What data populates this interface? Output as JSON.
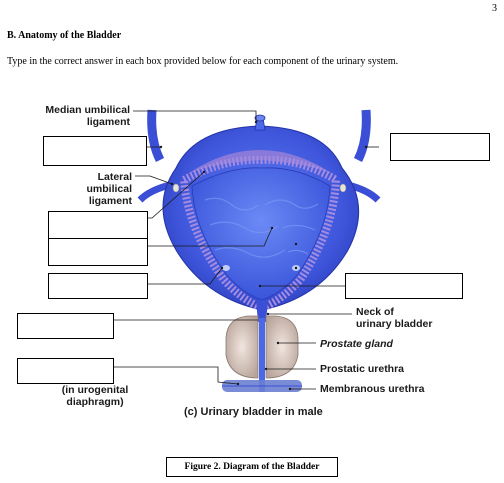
{
  "page_number": "3",
  "section_heading": "B. Anatomy of the Bladder",
  "instructions": "Type in the correct answer in each box provided below for each component of the urinary system.",
  "labels": {
    "median_umbilical": "Median umbilical\nligament",
    "lateral_umbilical": "Lateral\numbilical\nligament",
    "neck": "Neck of\nurinary bladder",
    "prostate": "Prostate gland",
    "prostatic_urethra": "Prostatic urethra",
    "membranous_urethra": "Membranous urethra",
    "urogenital": "(in urogenital\ndiaphragm)",
    "subcaption": "(c) Urinary bladder in male"
  },
  "answer_boxes": [
    {
      "id": "left-1",
      "value": ""
    },
    {
      "id": "left-2",
      "value": ""
    },
    {
      "id": "left-3",
      "value": ""
    },
    {
      "id": "left-4",
      "value": ""
    },
    {
      "id": "left-5",
      "value": ""
    },
    {
      "id": "left-6",
      "value": ""
    },
    {
      "id": "right-1",
      "value": ""
    },
    {
      "id": "right-2",
      "value": ""
    }
  ],
  "figure_caption": "Figure 2. Diagram of the Bladder",
  "colors": {
    "bladder_outer": "#3a4fd6",
    "bladder_inner": "#4a68e8",
    "mucosa_stripe": "#9a7fd8",
    "prostate": "#d8c9c0",
    "leader_line": "#1a1a1a"
  }
}
